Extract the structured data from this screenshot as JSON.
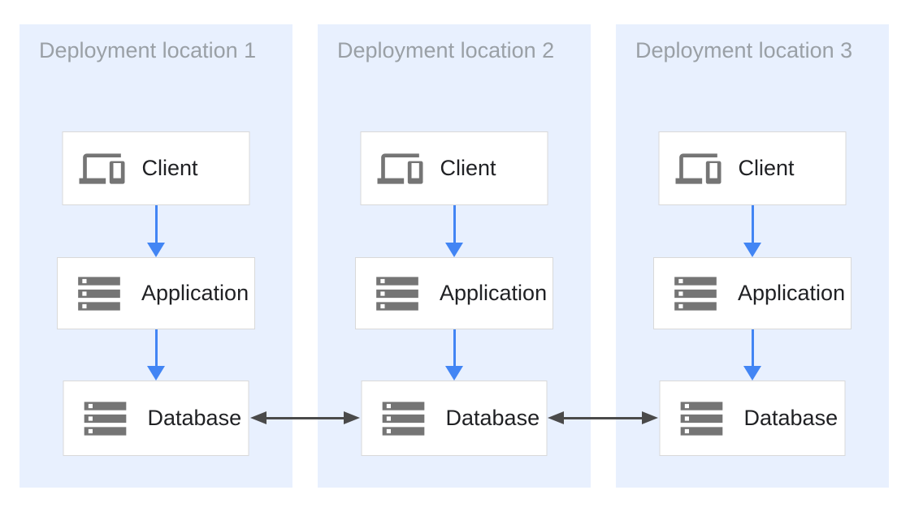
{
  "colors": {
    "panel_bg": "#e8f0fe",
    "panel_title": "#9aa0a6",
    "node_bg": "#ffffff",
    "node_border": "#d9d9d9",
    "node_text": "#202124",
    "icon": "#757575",
    "flow_arrow": "#4285f4",
    "sync_arrow": "#4a4a4a"
  },
  "locations": [
    {
      "title": "Deployment location 1",
      "nodes": [
        {
          "label": "Client",
          "icon": "devices-icon"
        },
        {
          "label": "Application",
          "icon": "storage-icon"
        },
        {
          "label": "Database",
          "icon": "storage-icon"
        }
      ]
    },
    {
      "title": "Deployment location 2",
      "nodes": [
        {
          "label": "Client",
          "icon": "devices-icon"
        },
        {
          "label": "Application",
          "icon": "storage-icon"
        },
        {
          "label": "Database",
          "icon": "storage-icon"
        }
      ]
    },
    {
      "title": "Deployment location 3",
      "nodes": [
        {
          "label": "Client",
          "icon": "devices-icon"
        },
        {
          "label": "Application",
          "icon": "storage-icon"
        },
        {
          "label": "Database",
          "icon": "storage-icon"
        }
      ]
    }
  ],
  "connections": [
    {
      "from": "Client (location 1)",
      "to": "Application (location 1)",
      "type": "flow"
    },
    {
      "from": "Application (location 1)",
      "to": "Database (location 1)",
      "type": "flow"
    },
    {
      "from": "Client (location 2)",
      "to": "Application (location 2)",
      "type": "flow"
    },
    {
      "from": "Application (location 2)",
      "to": "Database (location 2)",
      "type": "flow"
    },
    {
      "from": "Client (location 3)",
      "to": "Application (location 3)",
      "type": "flow"
    },
    {
      "from": "Application (location 3)",
      "to": "Database (location 3)",
      "type": "flow"
    },
    {
      "from": "Database (location 1)",
      "to": "Database (location 2)",
      "type": "replication",
      "bidirectional": true
    },
    {
      "from": "Database (location 2)",
      "to": "Database (location 3)",
      "type": "replication",
      "bidirectional": true
    }
  ]
}
